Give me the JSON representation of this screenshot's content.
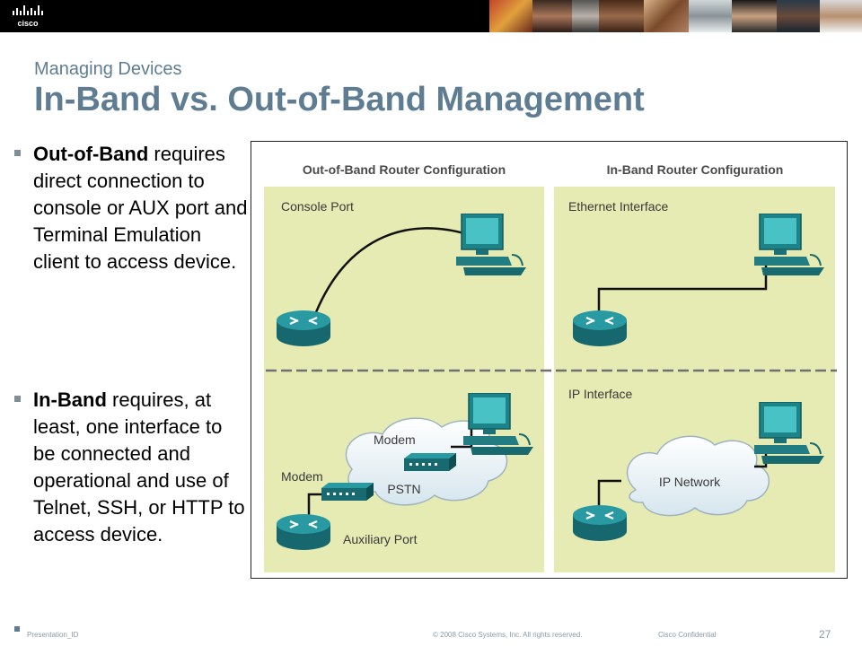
{
  "header": {
    "logo_text": "cisco",
    "subtitle": "Managing Devices",
    "title": "In-Band vs. Out-of-Band Management"
  },
  "bullets": [
    {
      "bold": "Out-of-Band",
      "rest": " requires direct connection to console or AUX port and Terminal Emulation client to access device."
    },
    {
      "bold": "In-Band",
      "rest": " requires, at least, one interface to be connected and operational and use of Telnet, SSH, or HTTP to access device."
    }
  ],
  "diagram": {
    "left_heading": "Out-of-Band Router Configuration",
    "right_heading": "In-Band Router Configuration",
    "console_port": "Console Port",
    "ethernet_interface": "Ethernet Interface",
    "modem_top": "Modem",
    "modem_left": "Modem",
    "pstn": "PSTN",
    "auxiliary_port": "Auxiliary Port",
    "ip_interface": "IP Interface",
    "ip_network": "IP Network",
    "panel_color": "#e5ebb2",
    "router_color": "#1f7f86",
    "computer_color": "#1f8f94"
  },
  "footer": {
    "presentation_id": "Presentation_ID",
    "copyright": "© 2008 Cisco Systems, Inc. All rights reserved.",
    "confidential": "Cisco Confidential",
    "page_number": "27"
  }
}
